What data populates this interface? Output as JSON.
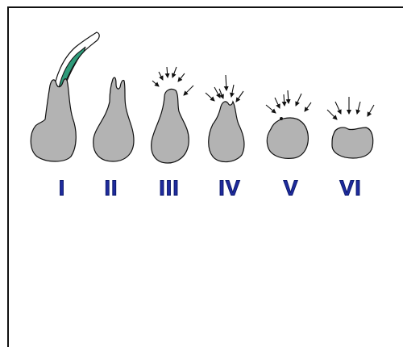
{
  "colors": {
    "cell_fill": "#b3b3b3",
    "label_fill": "#1f2b9e",
    "label_stroke": "#0c1a6b",
    "green_band": "#2e9b7a",
    "arrow": "#111111"
  },
  "stages": [
    {
      "id": "stage-1",
      "label": "I"
    },
    {
      "id": "stage-2",
      "label": "II"
    },
    {
      "id": "stage-3",
      "label": "III"
    },
    {
      "id": "stage-4",
      "label": "IV"
    },
    {
      "id": "stage-5",
      "label": "V"
    },
    {
      "id": "stage-6",
      "label": "VI"
    }
  ]
}
